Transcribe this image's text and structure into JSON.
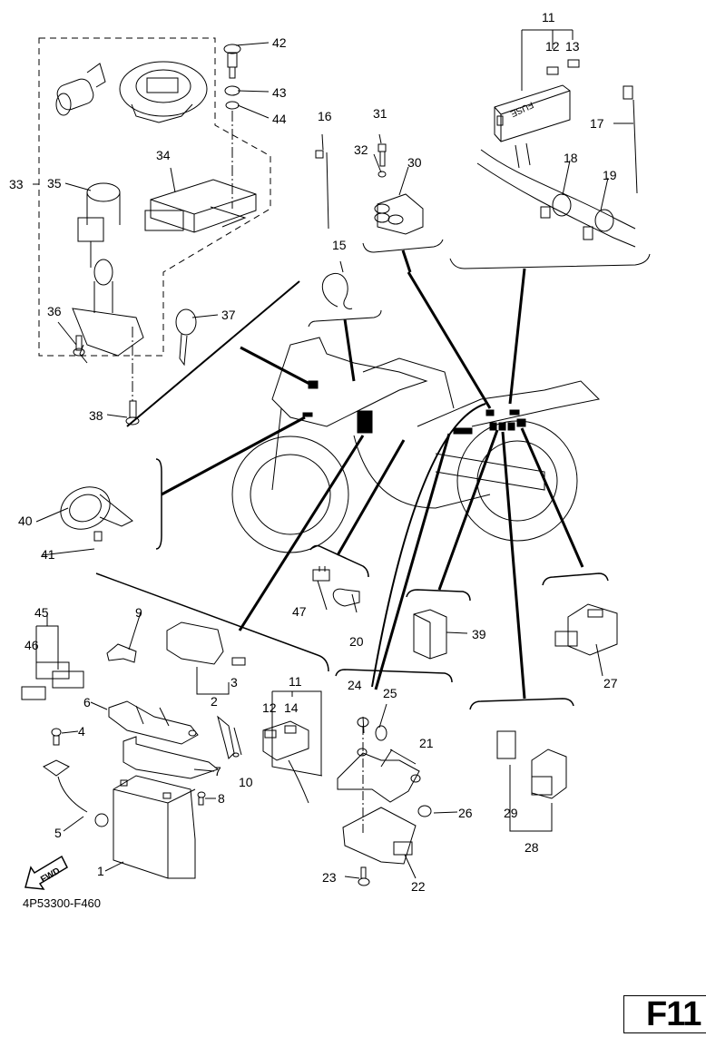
{
  "figure": {
    "drawing_code": "4P53300-F460",
    "page_ref": "F11",
    "forward_arrow": "FWD",
    "fuse_box_text": "FUSE"
  },
  "callouts": [
    {
      "id": "1",
      "text": "1"
    },
    {
      "id": "2",
      "text": "2"
    },
    {
      "id": "3",
      "text": "3"
    },
    {
      "id": "4",
      "text": "4"
    },
    {
      "id": "5",
      "text": "5"
    },
    {
      "id": "6",
      "text": "6"
    },
    {
      "id": "7",
      "text": "7"
    },
    {
      "id": "8",
      "text": "8"
    },
    {
      "id": "9",
      "text": "9"
    },
    {
      "id": "10",
      "text": "10"
    },
    {
      "id": "11a",
      "text": "11"
    },
    {
      "id": "11b",
      "text": "11"
    },
    {
      "id": "12a",
      "text": "12"
    },
    {
      "id": "12b",
      "text": "12"
    },
    {
      "id": "13",
      "text": "13"
    },
    {
      "id": "14",
      "text": "14"
    },
    {
      "id": "15",
      "text": "15"
    },
    {
      "id": "16",
      "text": "16"
    },
    {
      "id": "17",
      "text": "17"
    },
    {
      "id": "18",
      "text": "18"
    },
    {
      "id": "19",
      "text": "19"
    },
    {
      "id": "20",
      "text": "20"
    },
    {
      "id": "21",
      "text": "21"
    },
    {
      "id": "22",
      "text": "22"
    },
    {
      "id": "23",
      "text": "23"
    },
    {
      "id": "24",
      "text": "24"
    },
    {
      "id": "25",
      "text": "25"
    },
    {
      "id": "26",
      "text": "26"
    },
    {
      "id": "27",
      "text": "27"
    },
    {
      "id": "28",
      "text": "28"
    },
    {
      "id": "29",
      "text": "29"
    },
    {
      "id": "30",
      "text": "30"
    },
    {
      "id": "31",
      "text": "31"
    },
    {
      "id": "32",
      "text": "32"
    },
    {
      "id": "33",
      "text": "33"
    },
    {
      "id": "34",
      "text": "34"
    },
    {
      "id": "35",
      "text": "35"
    },
    {
      "id": "36",
      "text": "36"
    },
    {
      "id": "37",
      "text": "37"
    },
    {
      "id": "38",
      "text": "38"
    },
    {
      "id": "39",
      "text": "39"
    },
    {
      "id": "40",
      "text": "40"
    },
    {
      "id": "41",
      "text": "41"
    },
    {
      "id": "42",
      "text": "42"
    },
    {
      "id": "43",
      "text": "43"
    },
    {
      "id": "44",
      "text": "44"
    },
    {
      "id": "45",
      "text": "45"
    },
    {
      "id": "46",
      "text": "46"
    },
    {
      "id": "47",
      "text": "47"
    }
  ]
}
